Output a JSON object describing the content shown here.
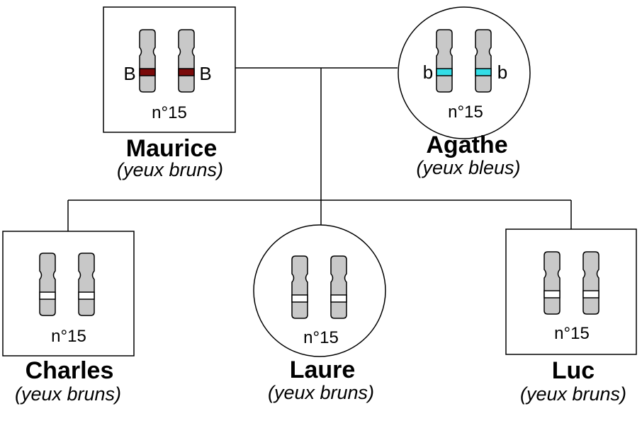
{
  "chromosome_label": "n°15",
  "colors": {
    "chromosome_fill": "#c8c8c8",
    "outline": "#000000",
    "brown_band": "#7a0a0a",
    "blue_band": "#33dde6",
    "plain_band": "#ffffff"
  },
  "people": {
    "maurice": {
      "name": "Maurice",
      "trait": "(yeux bruns)",
      "sex": "male",
      "alleles": [
        "B",
        "B"
      ],
      "band": "brown"
    },
    "agathe": {
      "name": "Agathe",
      "trait": "(yeux bleus)",
      "sex": "female",
      "alleles": [
        "b",
        "b"
      ],
      "band": "blue"
    },
    "charles": {
      "name": "Charles",
      "trait": "(yeux bruns)",
      "sex": "male",
      "alleles": [],
      "band": "plain"
    },
    "laure": {
      "name": "Laure",
      "trait": "(yeux bruns)",
      "sex": "female",
      "alleles": [],
      "band": "plain"
    },
    "luc": {
      "name": "Luc",
      "trait": "(yeux bruns)",
      "sex": "male",
      "alleles": [],
      "band": "plain"
    }
  }
}
